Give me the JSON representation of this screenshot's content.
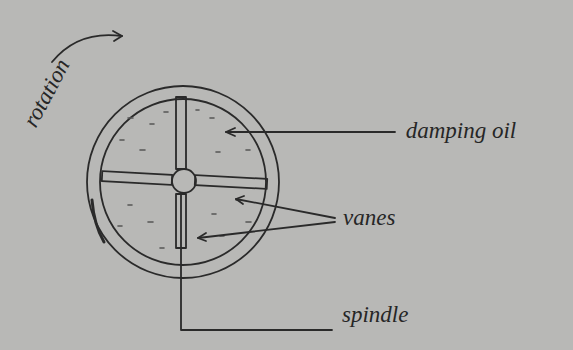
{
  "diagram": {
    "labels": [
      "rotation",
      "damping oil",
      "vanes",
      "spindle"
    ]
  }
}
